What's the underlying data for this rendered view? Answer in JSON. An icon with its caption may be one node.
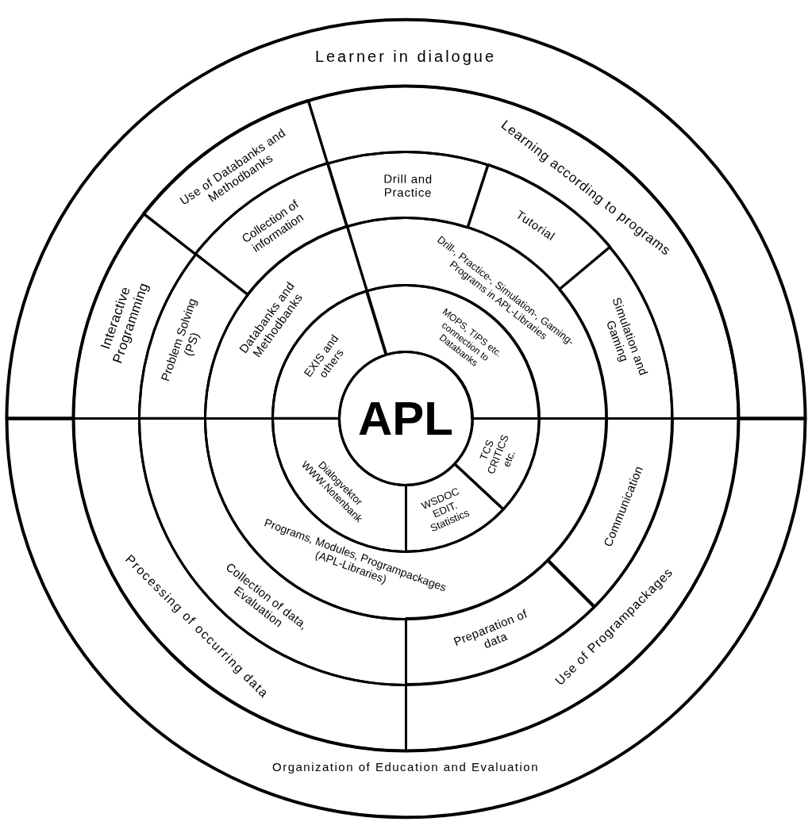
{
  "diagram": {
    "nodes": [
      {
        "text": [
          "Learner in dialogue"
        ]
      },
      {
        "text": [
          "Interactive Programming"
        ]
      },
      {
        "text": [
          "Use of Databanks and Methodbanks"
        ]
      },
      {
        "text": [
          "Learning according to programs"
        ]
      },
      {
        "text": [
          "Problem Solving (PS)"
        ]
      },
      {
        "text": [
          "Collection of information"
        ]
      },
      {
        "text": [
          "Drill and Practice"
        ]
      },
      {
        "text": [
          "Tutorial"
        ]
      },
      {
        "text": [
          "Simulation and Gaming"
        ]
      },
      {
        "text": [
          "Databanks and Methodbanks"
        ]
      },
      {
        "text": [
          "Drill-, Practice-, Simulation-, Gaming-Programs in APL-Libraries"
        ]
      },
      {
        "text": [
          "EXIS and others"
        ]
      },
      {
        "text": [
          "MOPS, TIPS etc. connection to Databanks"
        ]
      },
      {
        "text": [
          "APL"
        ]
      },
      {
        "text": [
          "Dialogvektor WWW.Notenbank"
        ]
      },
      {
        "text": [
          "WSDOC EDIT. Statistics"
        ]
      },
      {
        "text": [
          "TCS CRITICS etc."
        ]
      },
      {
        "text": [
          "Programs, Modules, Programpackages (APL-Libraries)"
        ]
      },
      {
        "text": [
          "Collection of data, Evaluation"
        ]
      },
      {
        "text": [
          "Preparation of data"
        ]
      },
      {
        "text": [
          "Communication"
        ]
      },
      {
        "text": [
          "Processing of occurring data"
        ]
      },
      {
        "text": [
          "Use of Programpackages"
        ]
      },
      {
        "text": [
          "Organization of Education and Evaluation"
        ]
      }
    ]
  }
}
